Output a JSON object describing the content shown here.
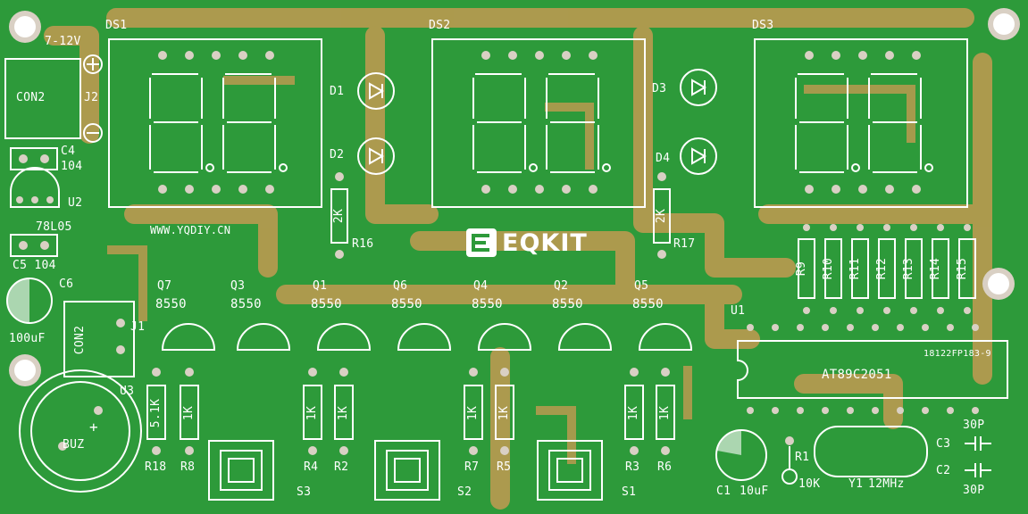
{
  "board": {
    "colors": {
      "mask": "#2d9a3a",
      "mask_dark": "#1f7a2c",
      "copper": "#b39a4f",
      "silk": "#ffffff",
      "pad": "#d9d0c4"
    }
  },
  "silkscreen": {
    "ds1": "DS1",
    "ds2": "DS2",
    "ds3": "DS3",
    "power_voltage": "7-12V",
    "con2_top": "CON2",
    "j2": "J2",
    "c4": "C4",
    "c4_val": "104",
    "u2": "U2",
    "u2_val": "78L05",
    "c5": "C5 104",
    "c6": "C6",
    "c6_val": "100uF",
    "website": "WWW.YQDIY.CN",
    "d1": "D1",
    "d2": "D2",
    "d3": "D3",
    "d4": "D4",
    "r16": "R16",
    "r16_val": "2K",
    "r17": "R17",
    "r17_val": "2K",
    "logo": "EQKIT",
    "q7": "Q7",
    "q3": "Q3",
    "q1": "Q1",
    "q6": "Q6",
    "q4": "Q4",
    "q2": "Q2",
    "q5": "Q5",
    "q_val": "8550",
    "con2_mid": "CON2",
    "j1": "J1",
    "u3": "U3",
    "buz": "BUZ",
    "buz_plus": "+",
    "r18": "R18",
    "r18_val": "5.1K",
    "r8": "R8",
    "r8_val": "1K",
    "r4": "R4",
    "r4_val": "1K",
    "r2": "R2",
    "r2_val": "1K",
    "r7": "R7",
    "r7_val": "1K",
    "r5": "R5",
    "r5_val": "1K",
    "r3": "R3",
    "r3_val": "1K",
    "r6": "R6",
    "r6_val": "1K",
    "s1": "S1",
    "s2": "S2",
    "s3": "S3",
    "r9": "R9",
    "r10": "R10",
    "r11": "R11",
    "r12": "R12",
    "r13": "R13",
    "r14": "R14",
    "r15": "R15",
    "u1": "U1",
    "u1_chip": "AT89C2051",
    "batch": "18122FP183-9",
    "c1": "C1",
    "c1_val": "10uF",
    "r1": "R1",
    "r1_val": "10K",
    "y1": "Y1",
    "y1_val": "12MHz",
    "c3": "C3",
    "c2": "C2",
    "c3_val": "30P",
    "c2_val": "30P"
  }
}
